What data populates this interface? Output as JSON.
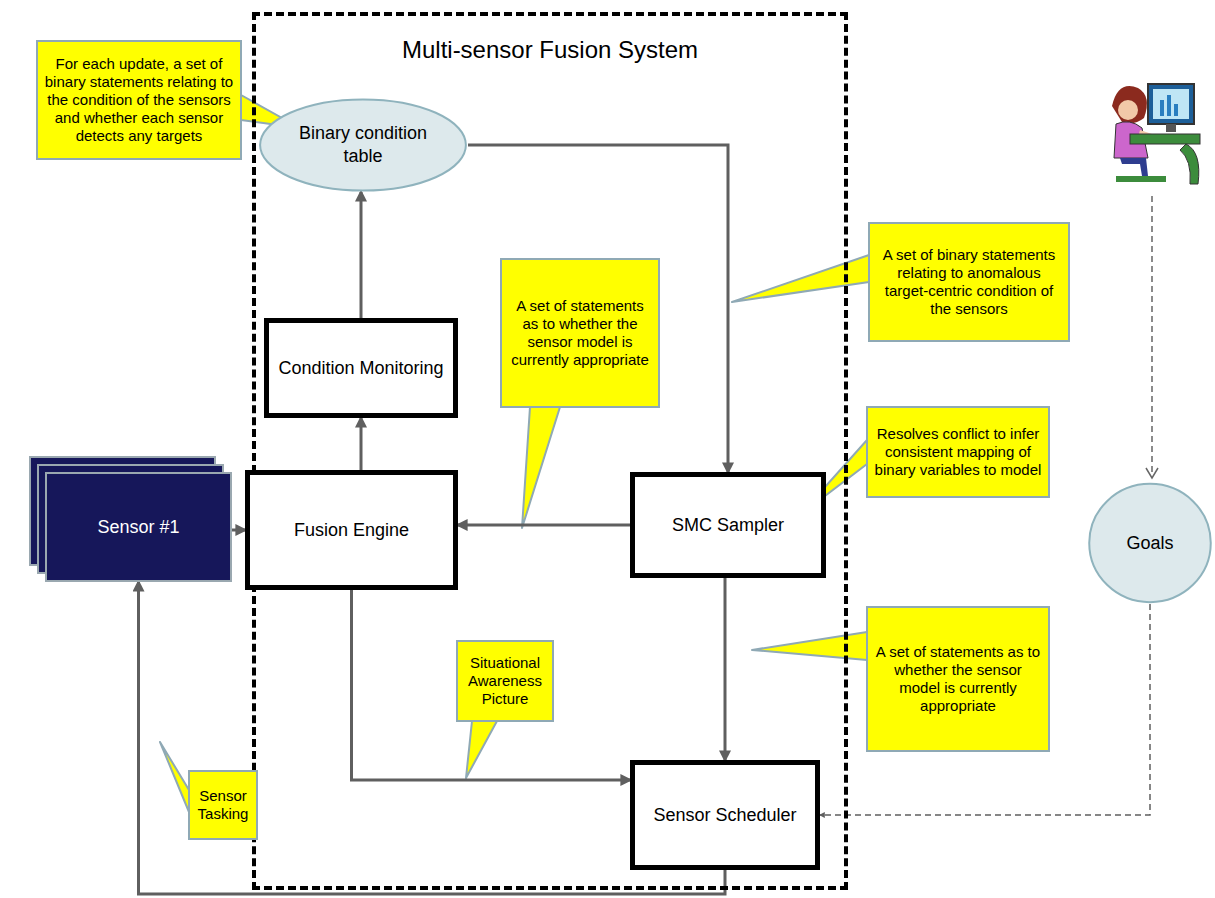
{
  "diagram": {
    "nodes": [
      {
        "text": [
          "Multi-sensor Fusion System"
        ]
      },
      {
        "text": [
          "Binary condition table"
        ],
        "in": 0
      },
      {
        "text": [
          "Condition Monitoring"
        ],
        "in": 0
      },
      {
        "text": [
          "Fusion Engine"
        ],
        "in": 0
      },
      {
        "text": [
          "SMC Sampler"
        ],
        "in": 0
      },
      {
        "text": [
          "Sensor Scheduler"
        ],
        "in": 0
      },
      {
        "text": [
          "Sensor #1"
        ]
      },
      {
        "text": [
          "Goals"
        ]
      },
      {
        "text": [
          "For each update, a set of binary statements relating to the condition of the sensors and whether each sensor detects any targets"
        ]
      },
      {
        "text": [
          "A set of statements as to whether the sensor model is currently appropriate"
        ],
        "in": 0
      },
      {
        "text": [
          "A set of binary statements relating to anomalous target-centric condition of the sensors"
        ]
      },
      {
        "text": [
          "Resolves conflict to infer consistent mapping of binary variables to model"
        ]
      },
      {
        "text": [
          "A set of statements as to whether the sensor model is currently appropriate"
        ]
      },
      {
        "text": [
          "Situational Awareness Picture"
        ],
        "in": 0
      },
      {
        "text": [
          "Sensor Tasking"
        ]
      }
    ],
    "edges": [
      {
        "from": 6,
        "to": 3,
        "arrow": "to"
      },
      {
        "from": 3,
        "to": 2,
        "arrow": "to"
      },
      {
        "from": 2,
        "to": 1,
        "arrow": "to"
      },
      {
        "from": 1,
        "to": 4,
        "arrow": "to"
      },
      {
        "from": 4,
        "to": 3,
        "arrow": "to"
      },
      {
        "from": 4,
        "to": 5,
        "arrow": "to"
      },
      {
        "from": 3,
        "to": 5,
        "arrow": "to"
      },
      {
        "from": 7,
        "to": 5,
        "arrow": "to"
      },
      {
        "from": 5,
        "to": 6,
        "arrow": "to"
      }
    ]
  }
}
